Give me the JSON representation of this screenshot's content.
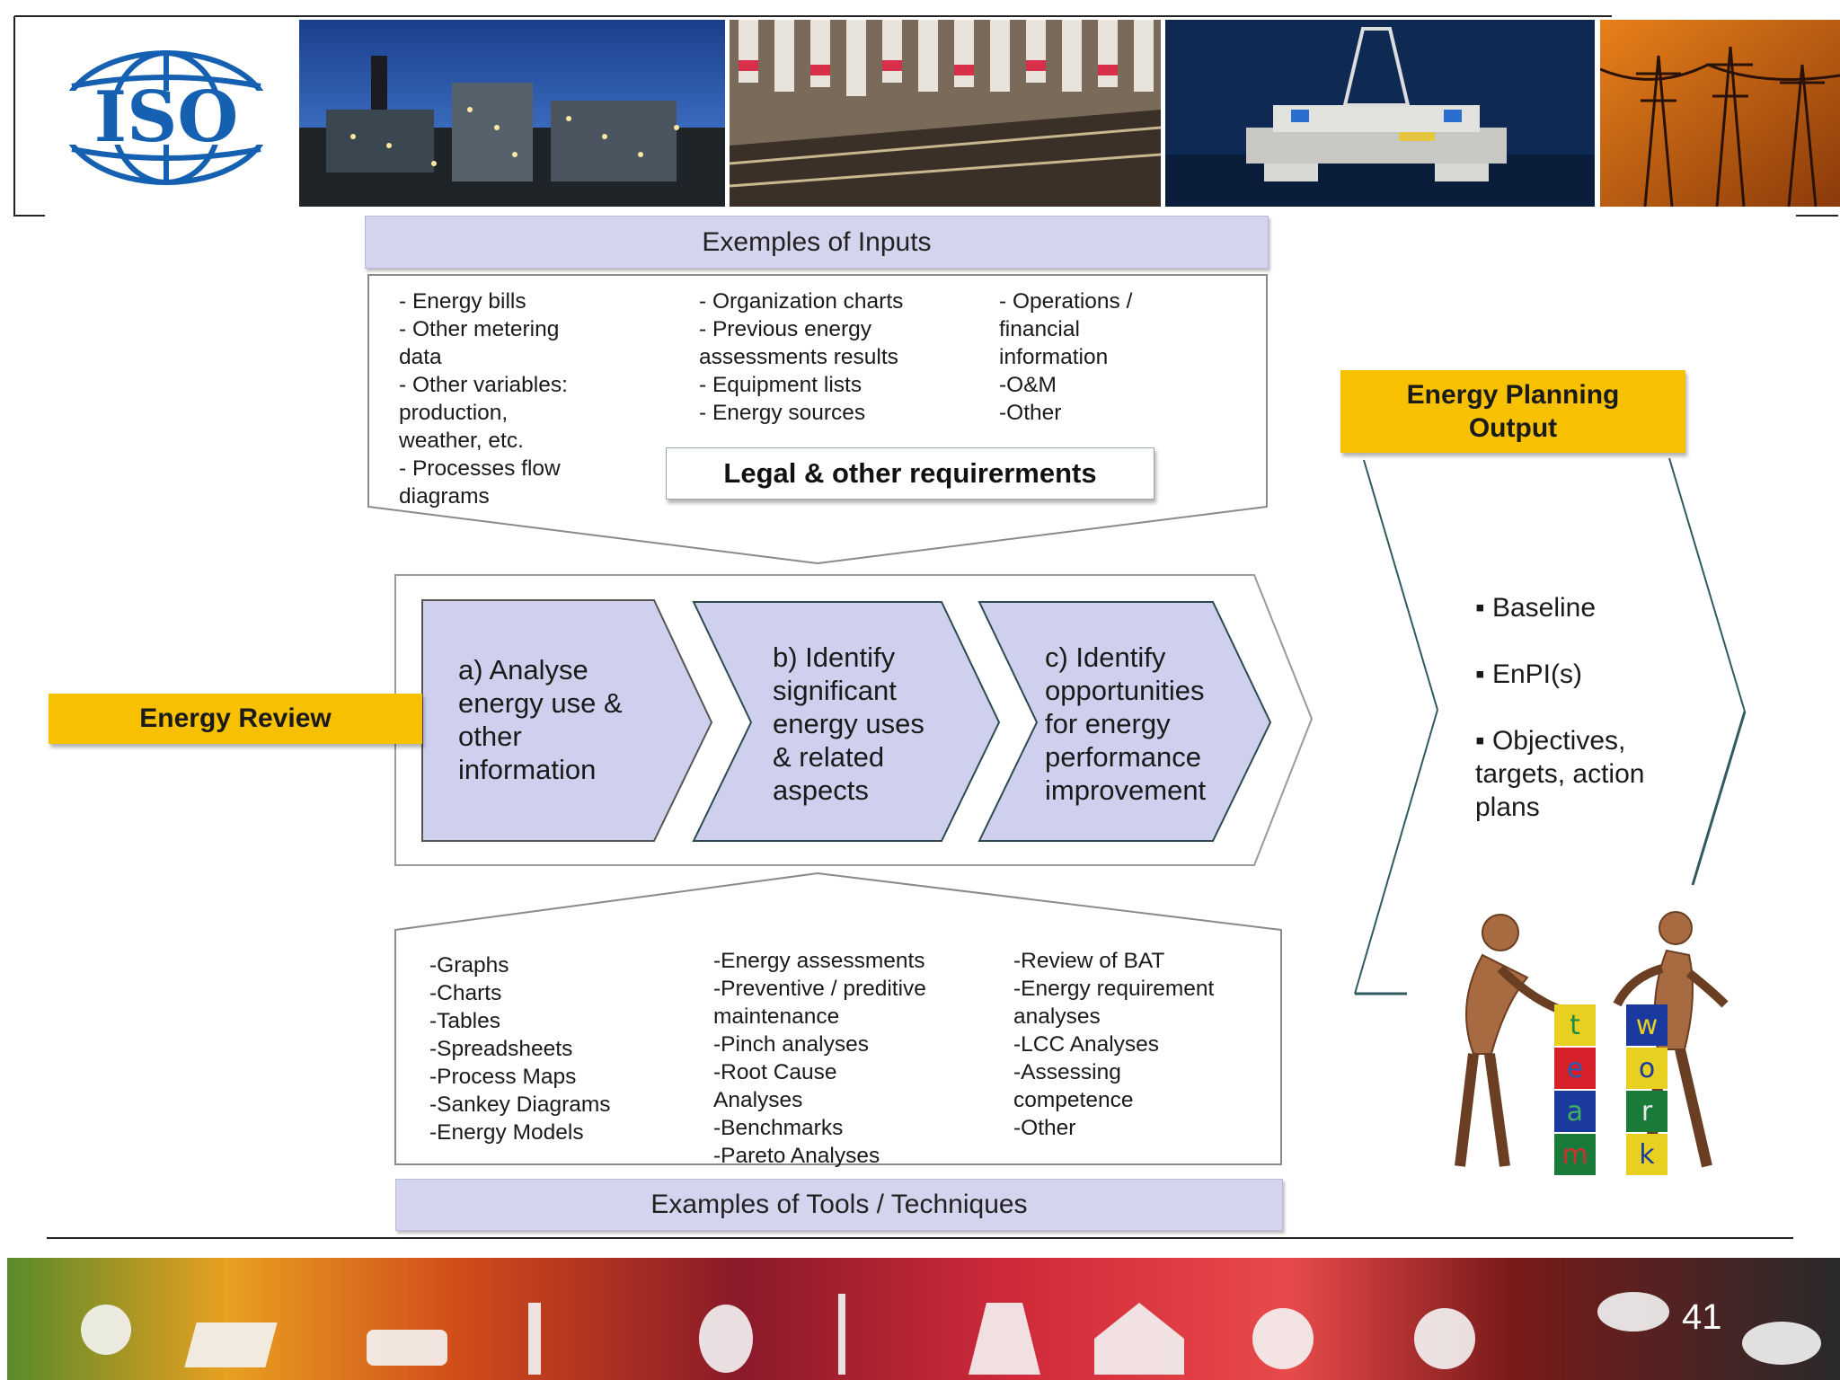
{
  "header": {
    "logo_text": "ISO",
    "photos": [
      "refinery-photo",
      "textile-mill-photo",
      "oil-rig-photo",
      "power-pylons-photo"
    ]
  },
  "inputs": {
    "title": "Exemples of Inputs",
    "col1": "- Energy bills\n- Other metering\ndata\n- Other variables:\nproduction,\nweather, etc.\n- Processes flow\ndiagrams",
    "col2": "- Organization charts\n- Previous energy\nassessments results\n- Equipment lists\n- Energy sources",
    "col3": "- Operations /\nfinancial\ninformation\n-O&M\n-Other",
    "legal": "Legal & other requirerments"
  },
  "energy_review": {
    "label": "Energy Review",
    "steps": [
      "a) Analyse\nenergy use &\nother\ninformation",
      "b) Identify\nsignificant\nenergy uses\n& related\naspects",
      "c) Identify\nopportunities\nfor energy\nperformance\nimprovement"
    ]
  },
  "output": {
    "label": "Energy Planning\nOutput",
    "bullets": [
      "▪ Baseline",
      "▪ EnPI(s)",
      "▪ Objectives,\ntargets,  action\nplans"
    ]
  },
  "tools": {
    "title": "Examples of  Tools / Techniques",
    "col1": "-Graphs\n-Charts\n-Tables\n-Spreadsheets\n-Process Maps\n-Sankey Diagrams\n-Energy Models",
    "col2": "-Energy assessments\n-Preventive / preditive\nmaintenance\n-Pinch analyses\n-Root Cause\nAnalyses\n-Benchmarks\n-Pareto Analyses",
    "col3": "-Review of BAT\n-Energy requirement\nanalyses\n-LCC Analyses\n-Assessing\ncompetence\n-Other"
  },
  "teamwork_blocks": [
    "t",
    "e",
    "a",
    "m",
    "w",
    "o",
    "r",
    "k"
  ],
  "footer": {
    "page_number": "41"
  },
  "colors": {
    "accent_yellow": "#f7c000",
    "box_lavender": "#d4d4ee",
    "chevron_fill": "#cfcfee"
  }
}
